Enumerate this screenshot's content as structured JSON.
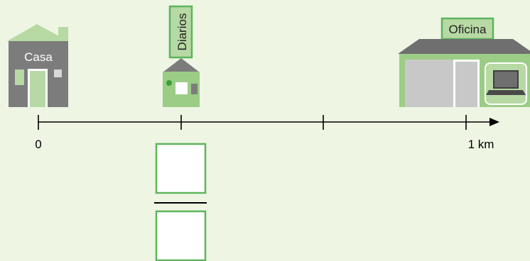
{
  "buildings": {
    "home": {
      "label": "Casa"
    },
    "kiosk": {
      "label": "Diarios"
    },
    "office": {
      "label": "Oficina"
    }
  },
  "number_line": {
    "start_label": "0",
    "end_label": "1 km"
  },
  "fraction": {
    "numerator": "",
    "denominator": ""
  },
  "colors": {
    "background": "#eef5e3",
    "green_light": "#b7d9a4",
    "green_mid": "#9ccd86",
    "green_border": "#5cb55a",
    "gray_dark": "#7c7c7c",
    "gray_roof": "#6f6f6f",
    "gray_panel": "#c8c8c8"
  }
}
